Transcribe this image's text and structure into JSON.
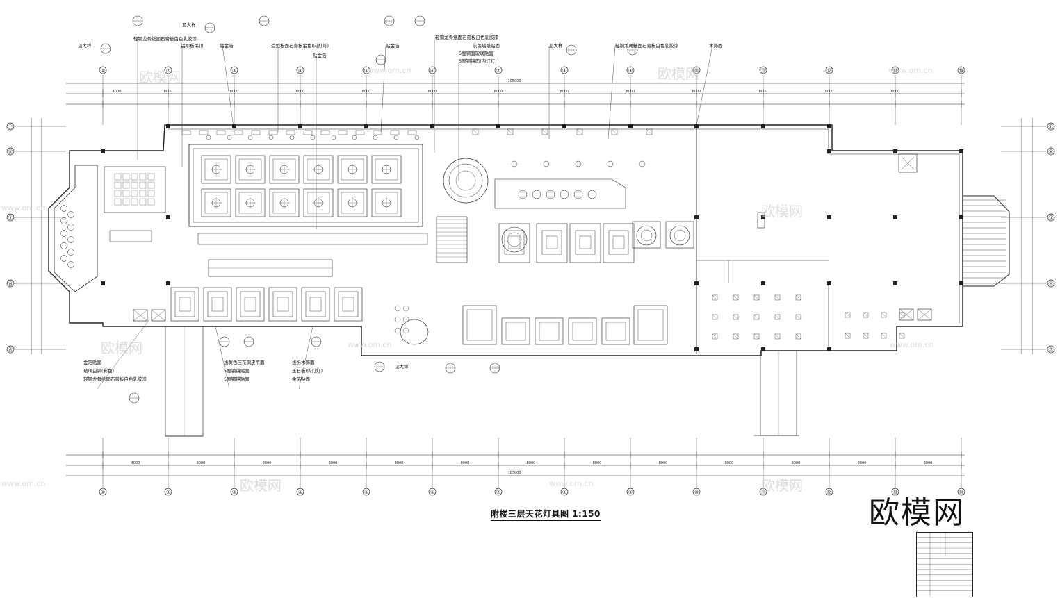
{
  "drawing": {
    "caption": "附楼三层天花灯具图 1:150",
    "grid_axes_top": [
      "①",
      "②",
      "③",
      "④",
      "⑤",
      "⑥",
      "⑦",
      "⑧",
      "⑨",
      "⑩",
      "⑪",
      "⑫",
      "⑬",
      "⑭"
    ],
    "grid_axes_bottom": [
      "①",
      "②",
      "③",
      "④",
      "⑤",
      "⑥",
      "⑦",
      "⑧",
      "⑨",
      "⑩",
      "⑪",
      "⑫",
      "⑬",
      "⑭"
    ],
    "grid_axes_left": [
      "Ⓛ",
      "Ⓚ",
      "Ⓙ",
      "Ⓗ",
      "Ⓖ"
    ],
    "dims_top_row1": [
      "4000",
      "8000",
      "8000",
      "8000",
      "8000",
      "8000",
      "8000",
      "8000",
      "8000",
      "8000",
      "8000",
      "8000",
      "8000"
    ],
    "dims_top_total": "105000",
    "dims_bottom_total": "105000",
    "dims_bottom_row": [
      "4000",
      "8000",
      "8000",
      "8000",
      "8000",
      "8000",
      "8000",
      "8000",
      "8000",
      "8000",
      "8000",
      "8000",
      "8000"
    ]
  },
  "annotations": {
    "top": [
      "轻钢龙骨纸面石膏板白色乳胶漆",
      "铝扣板吊顶",
      "见大样",
      "贴金箔",
      "造型板面石膏板金色(内灯灯)",
      "贴金箔",
      "贴金箔",
      "轻钢龙骨纸面石膏板白色乳胶漆",
      "灰色墙纸贴面",
      "5厘钢面玻璃贴面",
      "5厘钢镜面(内灯灯)",
      "见大样",
      "轻钢龙骨纸面石膏板白色乳胶漆",
      "木饰面"
    ],
    "bottom_left": [
      "金箔贴面",
      "玻璃白钢(彩色)",
      "轻钢龙骨纸面石膏板白色乳胶漆"
    ],
    "bottom_mid": [
      "浅黄色压花铜皮吊面",
      "5厘钢镜贴面",
      "5厘钢镜贴面"
    ],
    "bottom_mid2": [
      "拔拆木饰面",
      "玉石板(内灯灯)",
      "金箔贴面"
    ],
    "bottom_center": "见大样"
  },
  "watermarks": {
    "brand": "欧模网",
    "url": "www.om.cn"
  },
  "colors": {
    "line": "#222222",
    "background": "#ffffff"
  }
}
